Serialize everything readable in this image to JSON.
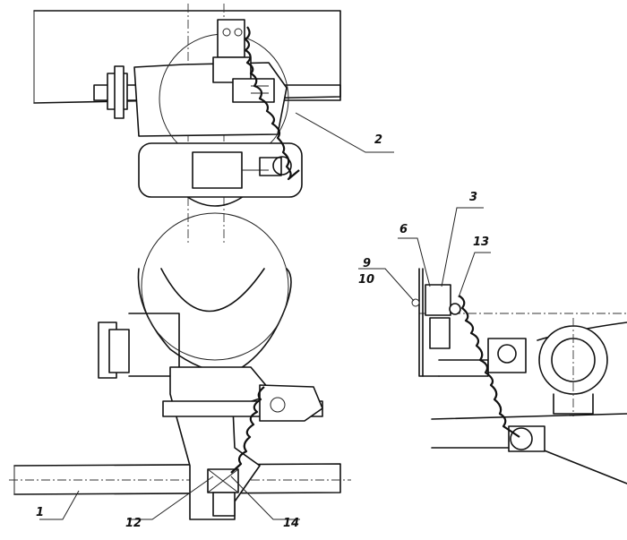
{
  "callouts": {
    "c1": "1",
    "c2": "2",
    "c3": "3",
    "c6": "6",
    "c9": "9",
    "c10": "10",
    "c12": "12",
    "c13": "13",
    "c14": "14"
  },
  "colors": {
    "ink": "#111111",
    "paper": "#ffffff"
  }
}
